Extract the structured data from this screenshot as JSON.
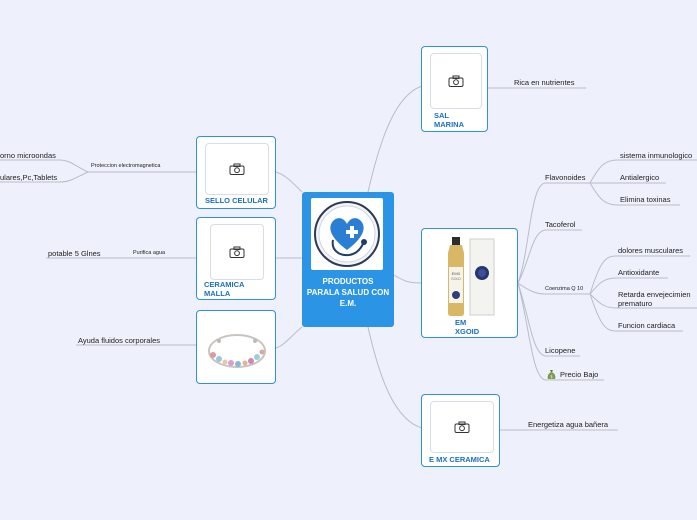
{
  "central": {
    "title": "PRODUCTOS PARALA SALUD CON E.M."
  },
  "left": {
    "sello": {
      "label": "SELLO CELULAR",
      "connector": "Proteccion electromagnetica",
      "items": [
        "orno microondas",
        "ulares,Pc,Tablets"
      ]
    },
    "ceramica": {
      "label_line1": "CERAMICA",
      "label_line2": "MALLA",
      "connector": "Purifica agua",
      "item": "potable 5 Glnes"
    },
    "pulsera": {
      "item": "Ayuda fluidos corporales"
    }
  },
  "right": {
    "sal": {
      "label_line1": "SAL",
      "label_line2": "MARINA",
      "item": "Rica en nutrientes"
    },
    "em": {
      "label_line1": "EM",
      "label_line2": "XGOID",
      "bottle_brand": "EMX",
      "bottle_sub": "GOLD",
      "branches": {
        "flavonoides": {
          "label": "Flavonoides",
          "items": [
            "sistema inmunologico",
            "Antialergico",
            "Elimina toxinas"
          ]
        },
        "tacoferol": {
          "label": "Tacoferol"
        },
        "coenzima": {
          "label": "Coenzima Q 10",
          "items": [
            "dolores musculares",
            "Antioxidante",
            "Retarda envejecimien",
            "prematuro",
            "Funcion cardiaca"
          ]
        },
        "licopene": {
          "label": "Licopene"
        },
        "precio": {
          "label": "Precio Bajo",
          "icon": "money-bag-icon"
        }
      }
    },
    "emx_ceramica": {
      "label": "E MX CERAMICA",
      "item": "Energetiza agua bañera"
    }
  },
  "colors": {
    "accent": "#2b94e5",
    "label": "#1a6fc2",
    "line": "#b9bccb",
    "background": "#eef0fb"
  }
}
